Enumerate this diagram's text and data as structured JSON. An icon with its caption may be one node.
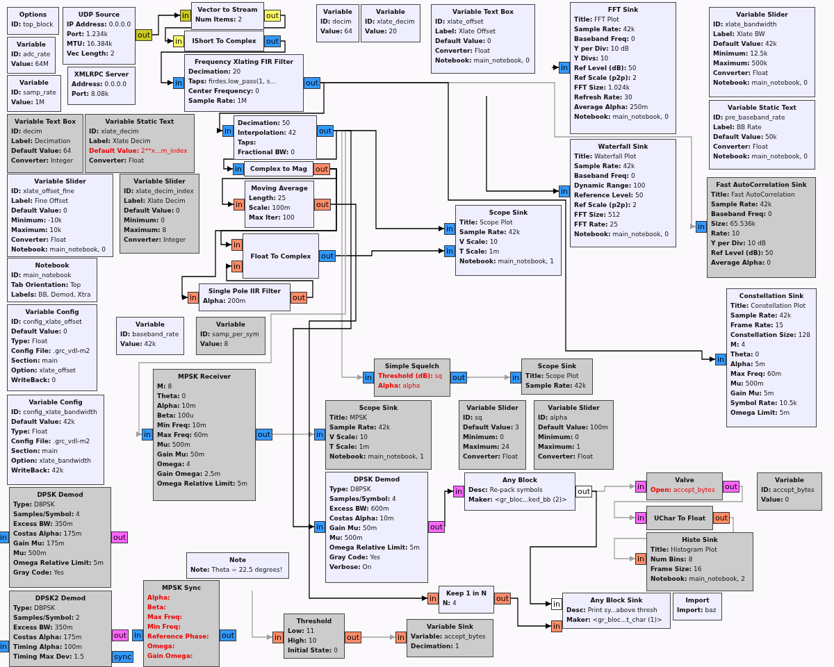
{
  "diagram": {
    "nodes": [
      {
        "text": [
          "Options",
          "ID: top_block"
        ]
      },
      {
        "text": [
          "Variable",
          "ID: adc_rate",
          "Value: 64M"
        ]
      },
      {
        "text": [
          "Variable",
          "ID: samp_rate",
          "Value: 1M"
        ]
      },
      {
        "text": [
          "UDP Source",
          "IP Address: 0.0.0.0",
          "Port: 1.234k",
          "MTU: 16.384k",
          "Vec Length: 2"
        ],
        "beside": [
          "out"
        ]
      },
      {
        "text": [
          "XMLRPC Server",
          "Address: 0.0.0.0",
          "Port: 8.08k"
        ]
      },
      {
        "text": [
          "Vector to Stream",
          "Num Items: 2"
        ],
        "beside": [
          "in",
          "out"
        ]
      },
      {
        "text": [
          "IShort To Complex"
        ],
        "beside": [
          "in",
          "out"
        ]
      },
      {
        "text": [
          "Frequency Xlating FIR Filter",
          "Decimation: 20",
          "Taps: firdes.low_pass(1, s...",
          "Center Frequency: 0",
          "Sample Rate: 1M"
        ],
        "beside": [
          "in",
          "out"
        ]
      },
      {
        "text": [
          "Variable",
          "ID: decim",
          "Value: 64"
        ]
      },
      {
        "text": [
          "Variable",
          "ID: xlate_decim",
          "Value: 20"
        ]
      },
      {
        "text": [
          "Variable Text Box",
          "ID: xlate_offset",
          "Label: Xlate Offset",
          "Default Value: 0",
          "Converter: Float",
          "Notebook: main_notebook, 0"
        ]
      },
      {
        "text": [
          "FFT Sink",
          "Title: FFT Plot",
          "Sample Rate: 42k",
          "Baseband Freq: 0",
          "Y per Div: 10 dB",
          "Y Divs: 10",
          "Ref Level (dB): 50",
          "Ref Scale (p2p): 2",
          "FFT Size: 1.024k",
          "Refresh Rate: 30",
          "Average Alpha: 250m",
          "Notebook: main_notebook, 0"
        ],
        "beside": [
          "in"
        ]
      },
      {
        "text": [
          "Variable Slider",
          "ID: xlate_bandwidth",
          "Label: Xlate BW",
          "Default Value: 42k",
          "Minimum: 12.5k",
          "Maximum: 500k",
          "Converter: Float",
          "Notebook: main_notebook, 0"
        ]
      },
      {
        "text": [
          "Variable Static Text",
          "ID: pre_baseband_rate",
          "Label: BB Rate",
          "Default Value: 50k",
          "Converter: Float",
          "Notebook: main_notebook, 0"
        ]
      },
      {
        "text": [
          "Variable Text Box",
          "ID: decim",
          "Label: Decimation",
          "Default Value: 64",
          "Converter: Integer"
        ]
      },
      {
        "text": [
          "Variable Static Text",
          "ID: xlate_decim",
          "Label: Xlate Decim",
          "Default Value: 2**x...m_index",
          "Converter: Float"
        ]
      },
      {
        "text": [
          "Decimation: 50",
          "Interpolation: 42",
          "Taps:",
          "Fractional BW: 0"
        ],
        "beside": [
          "in",
          "out"
        ]
      },
      {
        "text": [
          "Complex to Mag"
        ],
        "beside": [
          "in",
          "out"
        ]
      },
      {
        "text": [
          "Waterfall Sink",
          "Title: Waterfall Plot",
          "Sample Rate: 42k",
          "Baseband Freq: 0",
          "Dynamic Range: 100",
          "Reference Level: 50",
          "Ref Scale (p2p): 2",
          "FFT Size: 512",
          "FFT Rate: 25",
          "Notebook: main_notebook, 0"
        ],
        "beside": [
          "in"
        ]
      },
      {
        "text": [
          "Variable Slider",
          "ID: xlate_offset_fine",
          "Label: Fine Offset",
          "Default Value: 0",
          "Minimum: -10k",
          "Maximum: 10k",
          "Converter: Float",
          "Notebook: main_notebook, 0"
        ]
      },
      {
        "text": [
          "Variable Slider",
          "ID: xlate_decim_index",
          "Label: Xlate Decim",
          "Default Value: 0",
          "Minimum: 0",
          "Maximum: 8",
          "Converter: Integer"
        ]
      },
      {
        "text": [
          "Moving Average",
          "Length: 25",
          "Scale: 100m",
          "Max Iter: 100"
        ],
        "beside": [
          "in",
          "out"
        ]
      },
      {
        "text": [
          "Scope Sink",
          "Title: Scope Plot",
          "Sample Rate: 42k",
          "V Scale: 10",
          "T Scale: 1m",
          "Notebook: main_notebook, 1"
        ],
        "beside": [
          "in",
          "in"
        ]
      },
      {
        "text": [
          "Fast AutoCorrelation Sink",
          "Title: Fast AutoCorrelation",
          "Sample Rate: 42k",
          "Baseband Freq: 0",
          "Size: 65.536k",
          "Rate: 10",
          "Y per Div: 10 dB",
          "Ref Level (dB): 50",
          "Average Alpha: 0"
        ],
        "beside": [
          "in"
        ]
      },
      {
        "text": [
          "Float To Complex"
        ],
        "beside": [
          "in",
          "in",
          "out"
        ]
      },
      {
        "text": [
          "Notebook",
          "ID: main_notebook",
          "Tab Orientation: Top",
          "Labels: BB, Demod, Xtra"
        ]
      },
      {
        "text": [
          "Single Pole IIR Filter",
          "Alpha: 200m"
        ],
        "beside": [
          "in",
          "out"
        ]
      },
      {
        "text": [
          "Variable Config",
          "ID: config_xlate_offset",
          "Default Value: 0",
          "Type: Float",
          "Config File: .grc_vdl-m2",
          "Section: main",
          "Option: xlate_offset",
          "WriteBack: 0"
        ]
      },
      {
        "text": [
          "Variable",
          "ID: baseband_rate",
          "Value: 42k"
        ]
      },
      {
        "text": [
          "Variable",
          "ID: samp_per_sym",
          "Value: 8"
        ]
      },
      {
        "text": [
          "Constellation Sink",
          "Title: Constellation Plot",
          "Sample Rate: 42k",
          "Frame Rate: 15",
          "Constellation Size: 128",
          "M: 4",
          "Theta: 0",
          "Alpha: 5m",
          "Max Freq: 60m",
          "Mu: 500m",
          "Gain Mu: 5m",
          "Symbol Rate: 10.5k",
          "Omega Limit: 5m"
        ],
        "beside": [
          "in"
        ]
      },
      {
        "text": [
          "Simple Squelch",
          "Threshold (dB): sq",
          "Alpha: alpha"
        ],
        "beside": [
          "in",
          "out"
        ]
      },
      {
        "text": [
          "Scope Sink",
          "Title: Scope Plot",
          "Sample Rate: 42k"
        ],
        "beside": [
          "in"
        ]
      },
      {
        "text": [
          "Variable Config",
          "ID: config_xlate_bandwidth",
          "Default Value: 42k",
          "Type: Float",
          "Config File: .grc_vdl-m2",
          "Section: main",
          "Option: xlate_bandwidth",
          "WriteBack: 42k"
        ]
      },
      {
        "text": [
          "MPSK Receiver",
          "M: 8",
          "Theta: 0",
          "Alpha: 10m",
          "Beta: 100u",
          "Min Freq: 10m",
          "Max Freq: 60m",
          "Mu: 500m",
          "Gain Mu: 50m",
          "Omega: 4",
          "Gain Omega: 2.5m",
          "Omega Relative Limit: 5m"
        ],
        "beside": [
          "in",
          "out"
        ]
      },
      {
        "text": [
          "Scope Sink",
          "Title: MPSK",
          "Sample Rate: 42k",
          "V Scale: 10",
          "T Scale: 1m",
          "Notebook: main_notebook, 1"
        ],
        "beside": [
          "in"
        ]
      },
      {
        "text": [
          "Variable Slider",
          "ID: sq",
          "Default Value: 3",
          "Minimum: 0",
          "Maximum: 24",
          "Converter: Float"
        ]
      },
      {
        "text": [
          "Variable Slider",
          "ID: alpha",
          "Default Value: 100m",
          "Minimum: 0",
          "Maximum: 1",
          "Converter: Float"
        ]
      },
      {
        "text": [
          "DPSK Demod",
          "Type: D8PSK",
          "Samples/Symbol: 4",
          "Excess BW: 350m",
          "Costas Alpha: 175m",
          "Gain Mu: 175m",
          "Mu: 500m",
          "Omega Relative Limit: 5m",
          "Gray Code: Yes"
        ],
        "beside": [
          "in",
          "out"
        ]
      },
      {
        "text": [
          "DPSK Demod",
          "Type: D8PSK",
          "Samples/Symbol: 4",
          "Excess BW: 600m",
          "Costas Alpha: 10m",
          "Gain Mu: 50m",
          "Mu: 500m",
          "Omega Relative Limit: 5m",
          "Gray Code: Yes",
          "Verbose: On"
        ],
        "beside": [
          "in",
          "out"
        ]
      },
      {
        "text": [
          "Any Block",
          "Desc: Re-pack symbols",
          "Maker: <gr_bloc...ked_bb (2)>"
        ],
        "beside": [
          "in",
          "out"
        ]
      },
      {
        "text": [
          "Valve",
          "Open: accept_bytes"
        ],
        "beside": [
          "in",
          "out"
        ]
      },
      {
        "text": [
          "Variable",
          "ID: accept_bytes",
          "Value: 0"
        ]
      },
      {
        "text": [
          "UChar To Float"
        ],
        "beside": [
          "in",
          "out"
        ]
      },
      {
        "text": [
          "Histo Sink",
          "Title: Histogram Plot",
          "Num Bins: 8",
          "Frame Size: 16",
          "Notebook: main_notebook, 2"
        ],
        "beside": [
          "in"
        ]
      },
      {
        "text": [
          "Note",
          "Note: Theta = 22.5 degrees!"
        ]
      },
      {
        "text": [
          "Keep 1 in N",
          "N: 4"
        ],
        "beside": [
          "in",
          "out"
        ]
      },
      {
        "text": [
          "Any Block Sink",
          "Desc: Print sy...above thresh",
          "Maker: <gr_bloc...t_char (1)>"
        ],
        "beside": [
          "in",
          "in"
        ]
      },
      {
        "text": [
          "Import",
          "Import: baz"
        ]
      },
      {
        "text": [
          "DPSK2 Demod",
          "Type: DBPSK",
          "Samples/Symbol: 2",
          "Excess BW: 350m",
          "Costas Alpha: 175m",
          "Timing Alpha: 100m",
          "Timing Max Dev: 1.5"
        ],
        "beside": [
          "in",
          "out",
          "sync"
        ]
      },
      {
        "text": [
          "MPSK Sync",
          "Alpha:",
          "Beta:",
          "Max Freq:",
          "Min Freq:",
          "Reference Phase:",
          "Omega:",
          "Gain Omega:"
        ],
        "beside": [
          "in",
          "out"
        ]
      },
      {
        "text": [
          "Threshold",
          "Low: 11",
          "High: 10",
          "Initial State: 0"
        ],
        "beside": [
          "in",
          "out"
        ]
      },
      {
        "text": [
          "Variable Sink",
          "Variable: accept_bytes",
          "Decimation: 1"
        ],
        "beside": [
          "in"
        ]
      }
    ],
    "edges": [
      {
        "from": 3,
        "to": 5,
        "arrow": "to"
      },
      {
        "from": 5,
        "to": 6,
        "arrow": "to"
      },
      {
        "from": 6,
        "to": 7,
        "arrow": "to"
      },
      {
        "from": 7,
        "to": 16,
        "arrow": "to"
      },
      {
        "from": null,
        "to": 11,
        "arrow": "to"
      },
      {
        "from": null,
        "to": 18,
        "arrow": "to"
      },
      {
        "from": 16,
        "to": 17,
        "arrow": "to"
      },
      {
        "from": 16,
        "to": 22,
        "arrow": "to"
      },
      {
        "from": 17,
        "to": 21,
        "arrow": "to"
      },
      {
        "from": 17,
        "to": 24,
        "arrow": "to"
      },
      {
        "from": 17,
        "to": 26,
        "arrow": "to"
      },
      {
        "from": 26,
        "to": 24,
        "arrow": "to"
      },
      {
        "from": 24,
        "to": 22,
        "arrow": "to"
      },
      {
        "from": 7,
        "to": 23,
        "arrow": "to",
        "color": "#a0a0a0"
      },
      {
        "from": 7,
        "to": 30,
        "arrow": "to"
      },
      {
        "from": 16,
        "to": 31,
        "arrow": "to",
        "color": "#a0a0a0"
      },
      {
        "from": 31,
        "to": 32,
        "arrow": "to",
        "color": "#a0a0a0"
      },
      {
        "from": 16,
        "to": 34,
        "arrow": "to",
        "color": "#a0a0a0"
      },
      {
        "from": 34,
        "to": 35,
        "arrow": "to",
        "color": "#a0a0a0"
      },
      {
        "from": 16,
        "to": 39,
        "arrow": "to"
      },
      {
        "from": 21,
        "to": 46,
        "arrow": "to"
      },
      {
        "from": 39,
        "to": 40,
        "arrow": "to"
      },
      {
        "from": 40,
        "to": 41,
        "arrow": "to",
        "color": "#a0a0a0"
      },
      {
        "from": 41,
        "to": 43,
        "arrow": "to",
        "color": "#a0a0a0"
      },
      {
        "from": 43,
        "to": 44,
        "arrow": "to",
        "color": "#a0a0a0"
      },
      {
        "from": 40,
        "to": 47,
        "arrow": "to"
      },
      {
        "from": 46,
        "to": 47,
        "arrow": "to"
      },
      {
        "from": null,
        "to": 51,
        "arrow": "to",
        "color": "#a0a0a0"
      },
      {
        "from": 51,
        "to": 52,
        "arrow": "to",
        "color": "#a0a0a0"
      }
    ]
  }
}
